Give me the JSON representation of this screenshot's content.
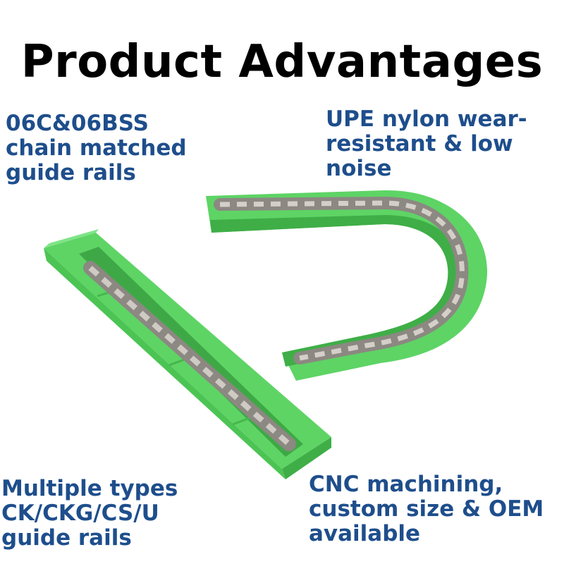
{
  "title": "Product Advantages",
  "captions": {
    "top_left": "06C&06BSS\nchain matched\nguide rails",
    "top_right": "UPE nylon wear-\nresistant & low\nnoise",
    "bottom_left": "Multiple types\nCK/CKG/CS/U\nguide rails",
    "bottom_right": "CNC machining,\ncustom size & OEM\navailable"
  },
  "colors": {
    "caption": "#1e4e8c",
    "title": "#000000",
    "rail_green": "#5ed465",
    "chain_steel": "#9a968f"
  }
}
